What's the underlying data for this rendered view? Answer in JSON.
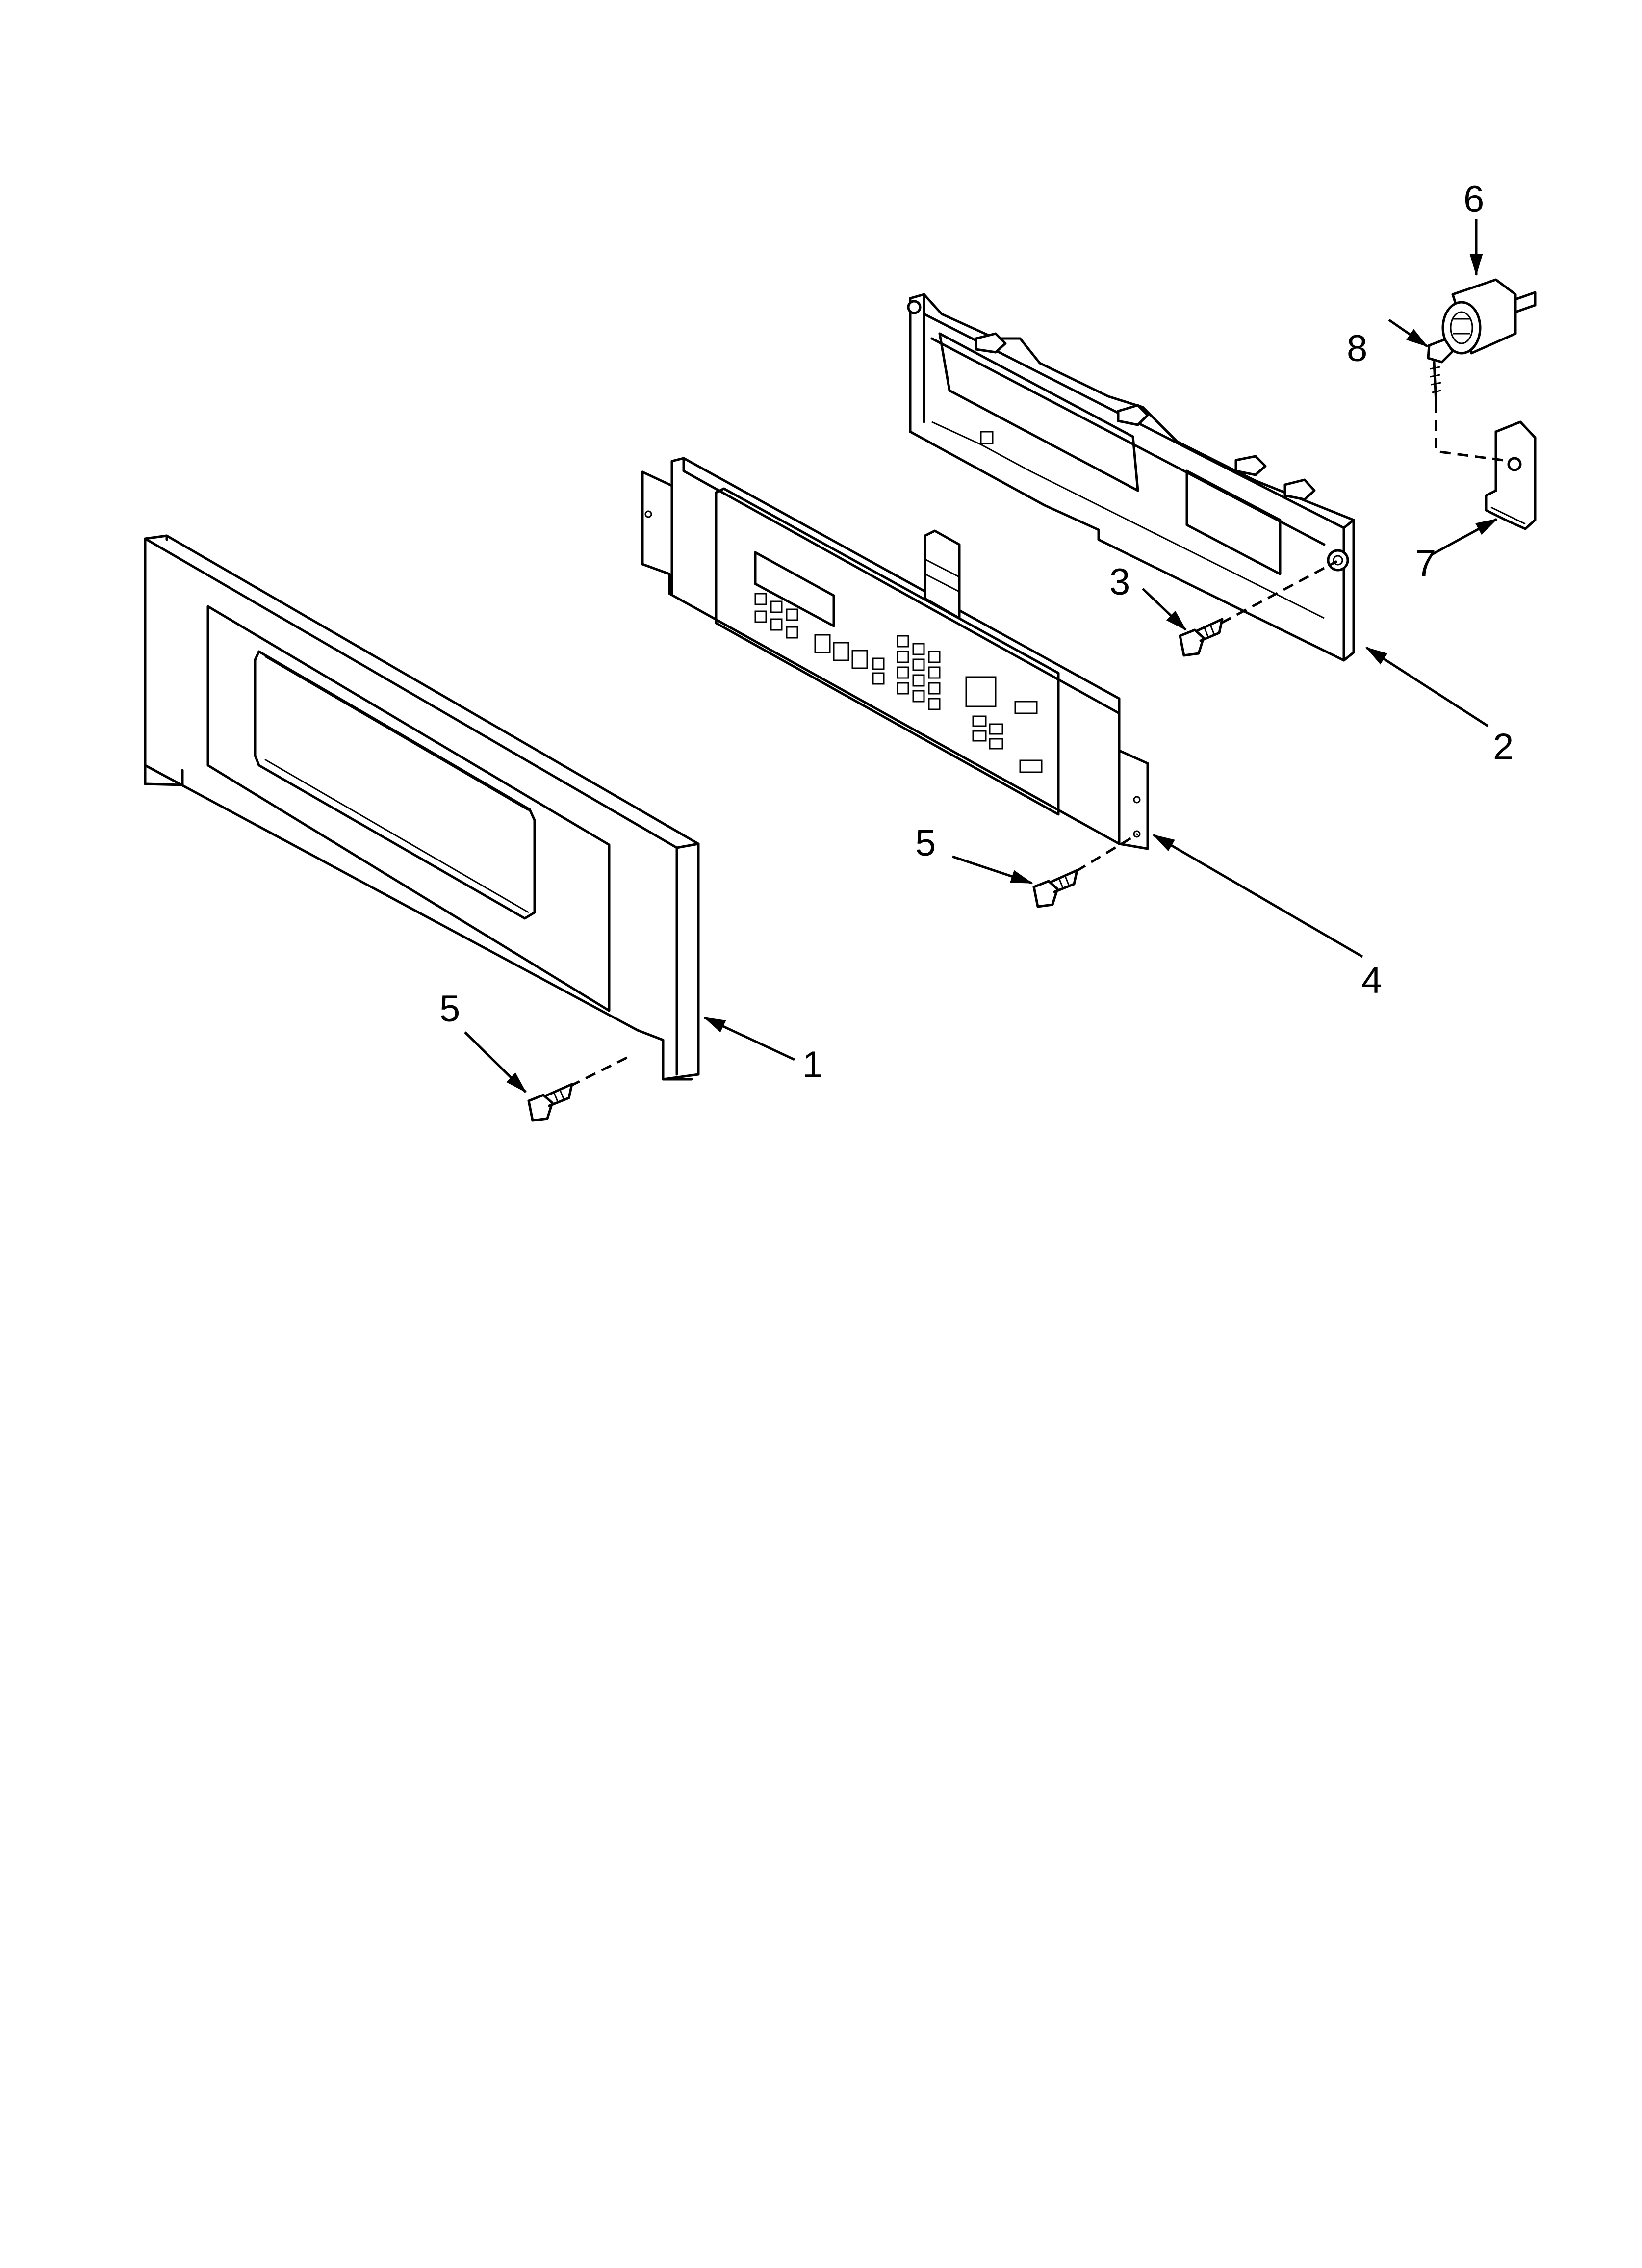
{
  "diagram": {
    "type": "exploded-parts-view",
    "callouts": {
      "c1": "1",
      "c2": "2",
      "c3": "3",
      "c4": "4",
      "c5a": "5",
      "c5b": "5",
      "c6": "6",
      "c7": "7",
      "c8": "8"
    }
  }
}
